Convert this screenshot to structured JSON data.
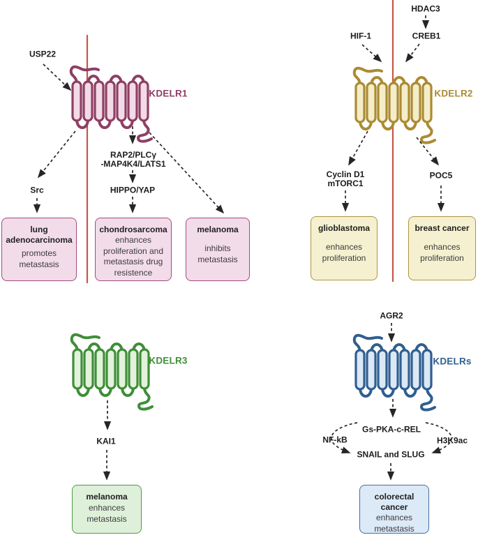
{
  "figure": {
    "palette": {
      "red_line": "#c5574a",
      "arrow": "#262626"
    },
    "kdelr1": {
      "label": "KDELR1",
      "color": "#8e3f63",
      "fill": "#f3dae7",
      "box_fill": "#f3dcea",
      "box_border": "#a34a7d",
      "node_usp22": "USP22",
      "node_src": "Src",
      "node_rap2": "RAP2/PLCγ",
      "node_map4k4": "-MAP4K4/LATS1",
      "node_hippo": "HIPPO/YAP",
      "boxes": [
        {
          "title": "lung adenocarcinoma",
          "body": "promotes metastasis"
        },
        {
          "title": "chondrosarcoma",
          "body": "enhances proliferation and metastasis drug resistence"
        },
        {
          "title": "melanoma",
          "body": "inhibits metastasis"
        }
      ]
    },
    "kdelr2": {
      "label": "KDELR2",
      "color": "#ab8b33",
      "fill": "#f4edca",
      "box_fill": "#f5f0cf",
      "box_border": "#ac9440",
      "node_hdac3": "HDAC3",
      "node_creb1": "CREB1",
      "node_hif1": "HIF-1",
      "node_cyclin": "Cyclin D1",
      "node_mtorc1": "mTORC1",
      "node_poc5": "POC5",
      "boxes": [
        {
          "title": "glioblastoma",
          "body": "enhances proliferation"
        },
        {
          "title": "breast cancer",
          "body": "enhances proliferation"
        }
      ]
    },
    "kdelr3": {
      "label": "KDELR3",
      "color": "#3f8e39",
      "fill": "#e2f2db",
      "box_fill": "#def0d9",
      "box_border": "#4e9a47",
      "node_kai1": "KAI1",
      "boxes": [
        {
          "title": "melanoma",
          "body": "enhances metastasis"
        }
      ]
    },
    "kdelrs": {
      "label": "KDELRs",
      "color": "#2f5f90",
      "fill": "#dce8f5",
      "box_fill": "#dce9f7",
      "box_border": "#436f9d",
      "node_agr2": "AGR2",
      "node_gspka": "Gs-PKA-c-REL",
      "node_nfkb": "NF-kB",
      "node_h3k9ac": "H3K9ac",
      "node_snail": "SNAIL and SLUG",
      "boxes": [
        {
          "title": "colorectal cancer",
          "body": "enhances metastasis"
        }
      ]
    }
  }
}
